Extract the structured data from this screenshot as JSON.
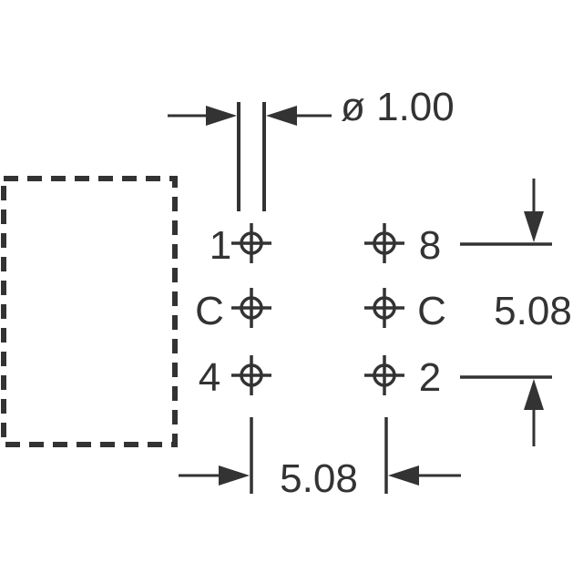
{
  "drawing": {
    "hole_diameter_label": "ø 1.00",
    "row_pitch_label": "5.08",
    "column_pitch_label": "5.08",
    "pins": [
      {
        "label": "1"
      },
      {
        "label": "C"
      },
      {
        "label": "4"
      },
      {
        "label": "8"
      },
      {
        "label": "C"
      },
      {
        "label": "2"
      }
    ]
  },
  "colors": {
    "ink": "#333333",
    "background": "#ffffff"
  }
}
